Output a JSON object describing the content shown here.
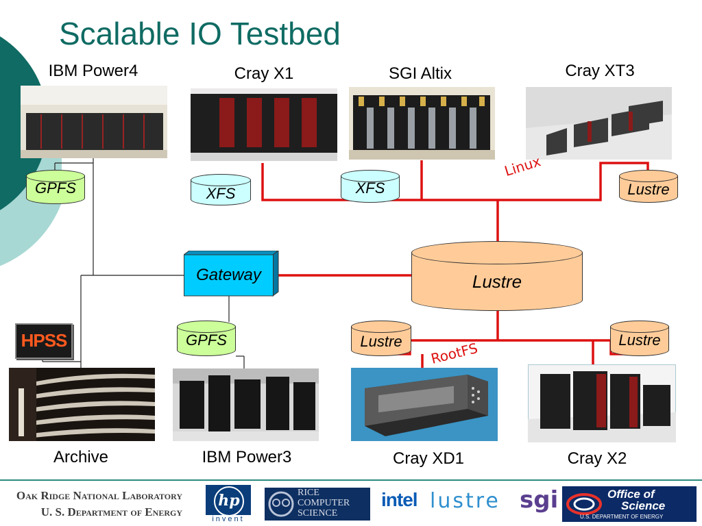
{
  "title": "Scalable IO Testbed",
  "systems": {
    "ibm_power4": "IBM Power4",
    "cray_x1": "Cray X1",
    "sgi_altix": "SGI Altix",
    "cray_xt3": "Cray XT3",
    "archive": "Archive",
    "ibm_power3": "IBM Power3",
    "cray_xd1": "Cray XD1",
    "cray_x2": "Cray X2"
  },
  "storage": {
    "gpfs_top": "GPFS",
    "xfs_x1": "XFS",
    "xfs_altix": "XFS",
    "lustre_xt3": "Lustre",
    "lustre_center": "Lustre",
    "gpfs_gateway": "GPFS",
    "lustre_xd1": "Lustre",
    "lustre_x2": "Lustre"
  },
  "gateway": "Gateway",
  "network_tags": {
    "linux": "Linux",
    "rootfs": "RootFS"
  },
  "hpss": "HPSS",
  "footer": {
    "lab_line1": "Oak Ridge National Laboratory",
    "lab_line2": "U. S. Department of Energy",
    "hp_sub": "invent",
    "rice": [
      "RICE",
      "COMPUTER",
      "SCIENCE"
    ],
    "intel": "intel",
    "lustre": "lustre",
    "sgi": "sgi",
    "oos_line1": "Office of",
    "oos_line2": "Science",
    "oos_line3": "U.S. DEPARTMENT OF ENERGY"
  },
  "colors": {
    "title": "#0f6b63",
    "red_link": "#dd1111",
    "gpfs": "#ccff99",
    "xfs": "#ccffff",
    "lustre": "#ffcc99",
    "gateway": "#00ccff"
  }
}
